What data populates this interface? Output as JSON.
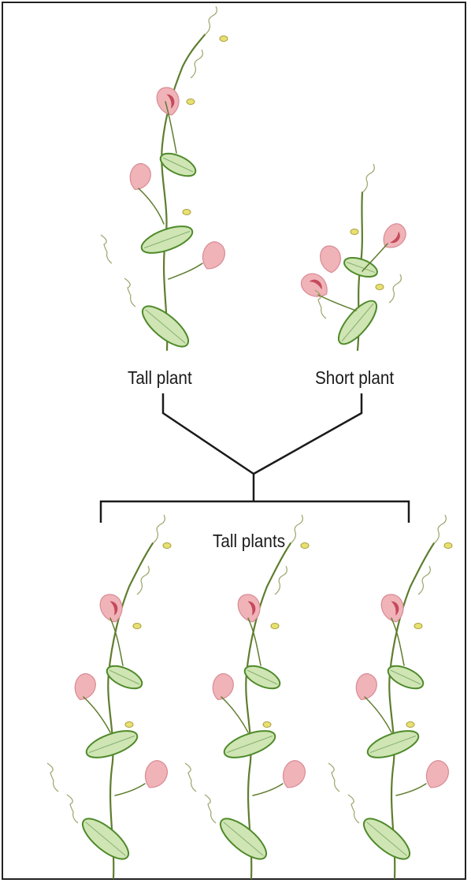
{
  "labels": {
    "tall_parent": "Tall plant",
    "short_parent": "Short plant",
    "offspring": "Tall plants"
  },
  "colors": {
    "stem": "#5f7d2e",
    "leaf_fill": "#cfe5b4",
    "leaf_stroke": "#4f8a2a",
    "petal": "#f0b3b8",
    "petal_dark": "#c44a5c",
    "bud": "#e8e070",
    "line": "#1a1a1a"
  },
  "plants": [
    {
      "name": "tall-parent",
      "kind": "tall"
    },
    {
      "name": "short-parent",
      "kind": "short"
    },
    {
      "name": "offspring-1",
      "kind": "tall"
    },
    {
      "name": "offspring-2",
      "kind": "tall"
    },
    {
      "name": "offspring-3",
      "kind": "tall"
    }
  ]
}
